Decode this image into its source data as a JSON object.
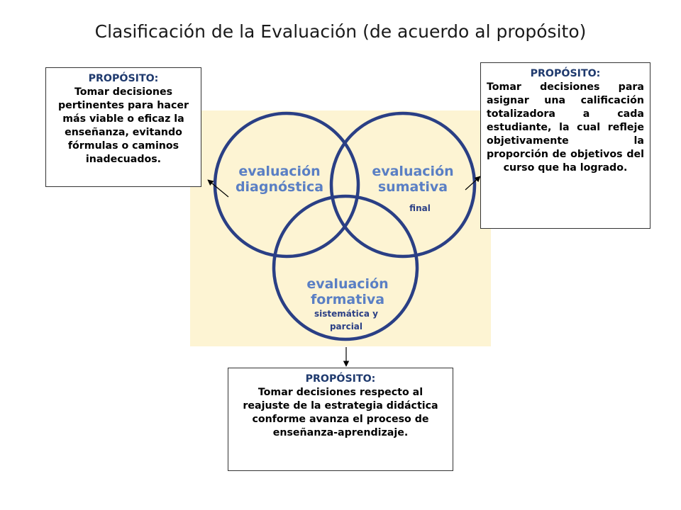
{
  "title": "Clasificación de la Evaluación (de acuerdo al propósito)",
  "colors": {
    "panel": "#fdf4d3",
    "circle_stroke": "#2a3f85",
    "circle_label": "#5a7fc4",
    "small_label": "#2a3f85",
    "box_heading": "#1f3a6e"
  },
  "venn": {
    "diagnostica": {
      "line1": "evaluación",
      "line2": "diagnóstica"
    },
    "sumativa": {
      "line1": "evaluación",
      "line2": "sumativa",
      "note": "final"
    },
    "formativa": {
      "line1": "evaluación",
      "line2": "formativa",
      "note1": "sistemática y",
      "note2": "parcial"
    }
  },
  "boxes": {
    "left": {
      "heading": "PROPÓSITO:",
      "body": "Tomar decisiones pertinentes para hacer más viable o eficaz la enseñanza, evitando fórmulas o caminos inadecuados."
    },
    "right": {
      "heading": "PROPÓSITO:",
      "body": "Tomar decisiones para asignar una calificación totalizadora a cada estudiante, la cual refleje objetivamente la proporción de objetivos del curso que ha logrado."
    },
    "bottom": {
      "heading": "PROPÓSITO:",
      "body": "Tomar decisiones respecto al reajuste de la estrategia didáctica conforme avanza el proceso de enseñanza-aprendizaje."
    }
  }
}
